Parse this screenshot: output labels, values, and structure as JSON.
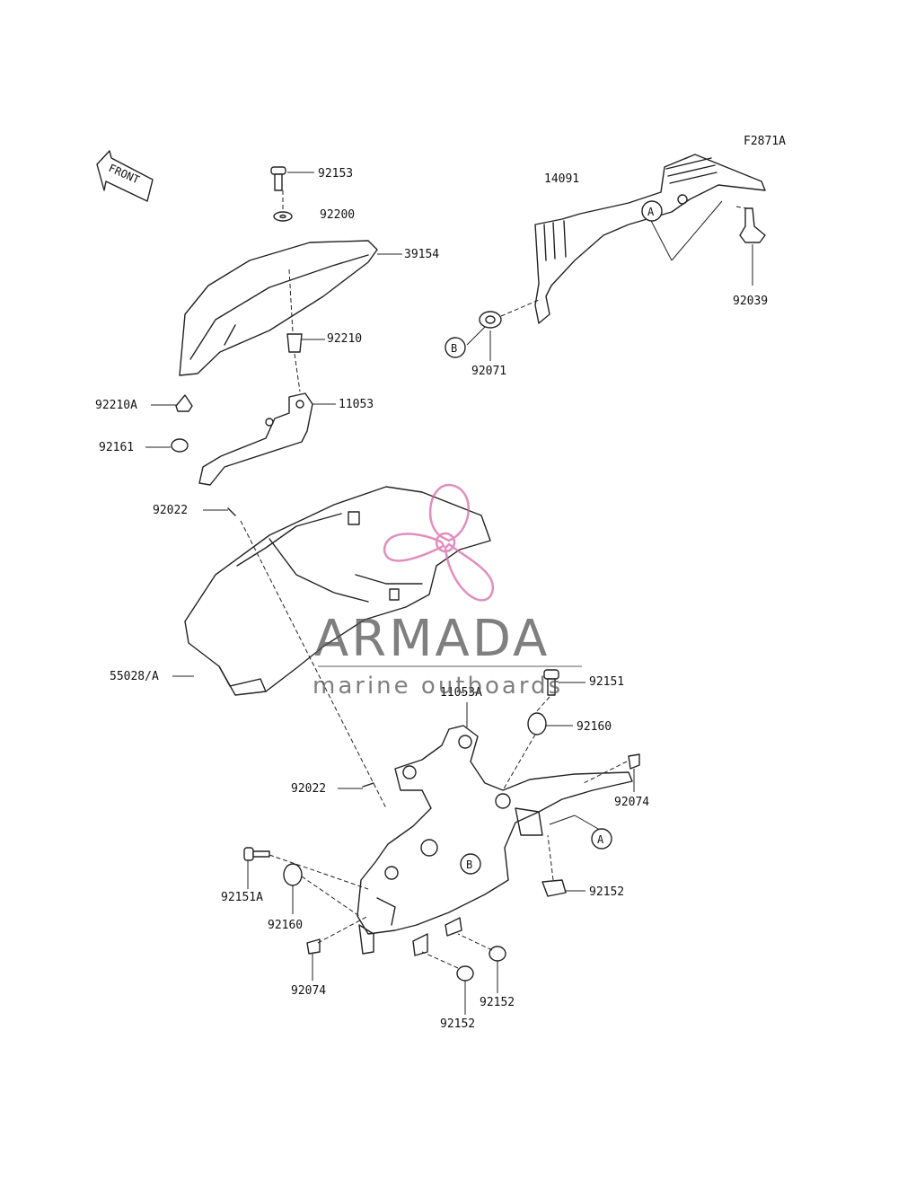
{
  "figure_code": "F2871A",
  "front_label": "FRONT",
  "callout_a": "A",
  "callout_b": "B",
  "labels": {
    "p92153": "92153",
    "p92200": "92200",
    "p39154": "39154",
    "p92210": "92210",
    "p11053": "11053",
    "p92210A": "92210A",
    "p92161": "92161",
    "p92022_top": "92022",
    "p55028A": "55028/A",
    "p14091": "14091",
    "p92039": "92039",
    "p92071": "92071",
    "p92151": "92151",
    "p11053A": "11053A",
    "p92160_right": "92160",
    "p92074_right": "92074",
    "p92022_bottom": "92022",
    "p92152_right": "92152",
    "p92151A": "92151A",
    "p92160_left": "92160",
    "p92074_left": "92074",
    "p92152_center": "92152",
    "p92152_bottom": "92152"
  },
  "watermark": {
    "brand": "ARMADA",
    "tagline": "marine outboards",
    "logo_color": "#d86aa8",
    "text_color": "#555555"
  }
}
